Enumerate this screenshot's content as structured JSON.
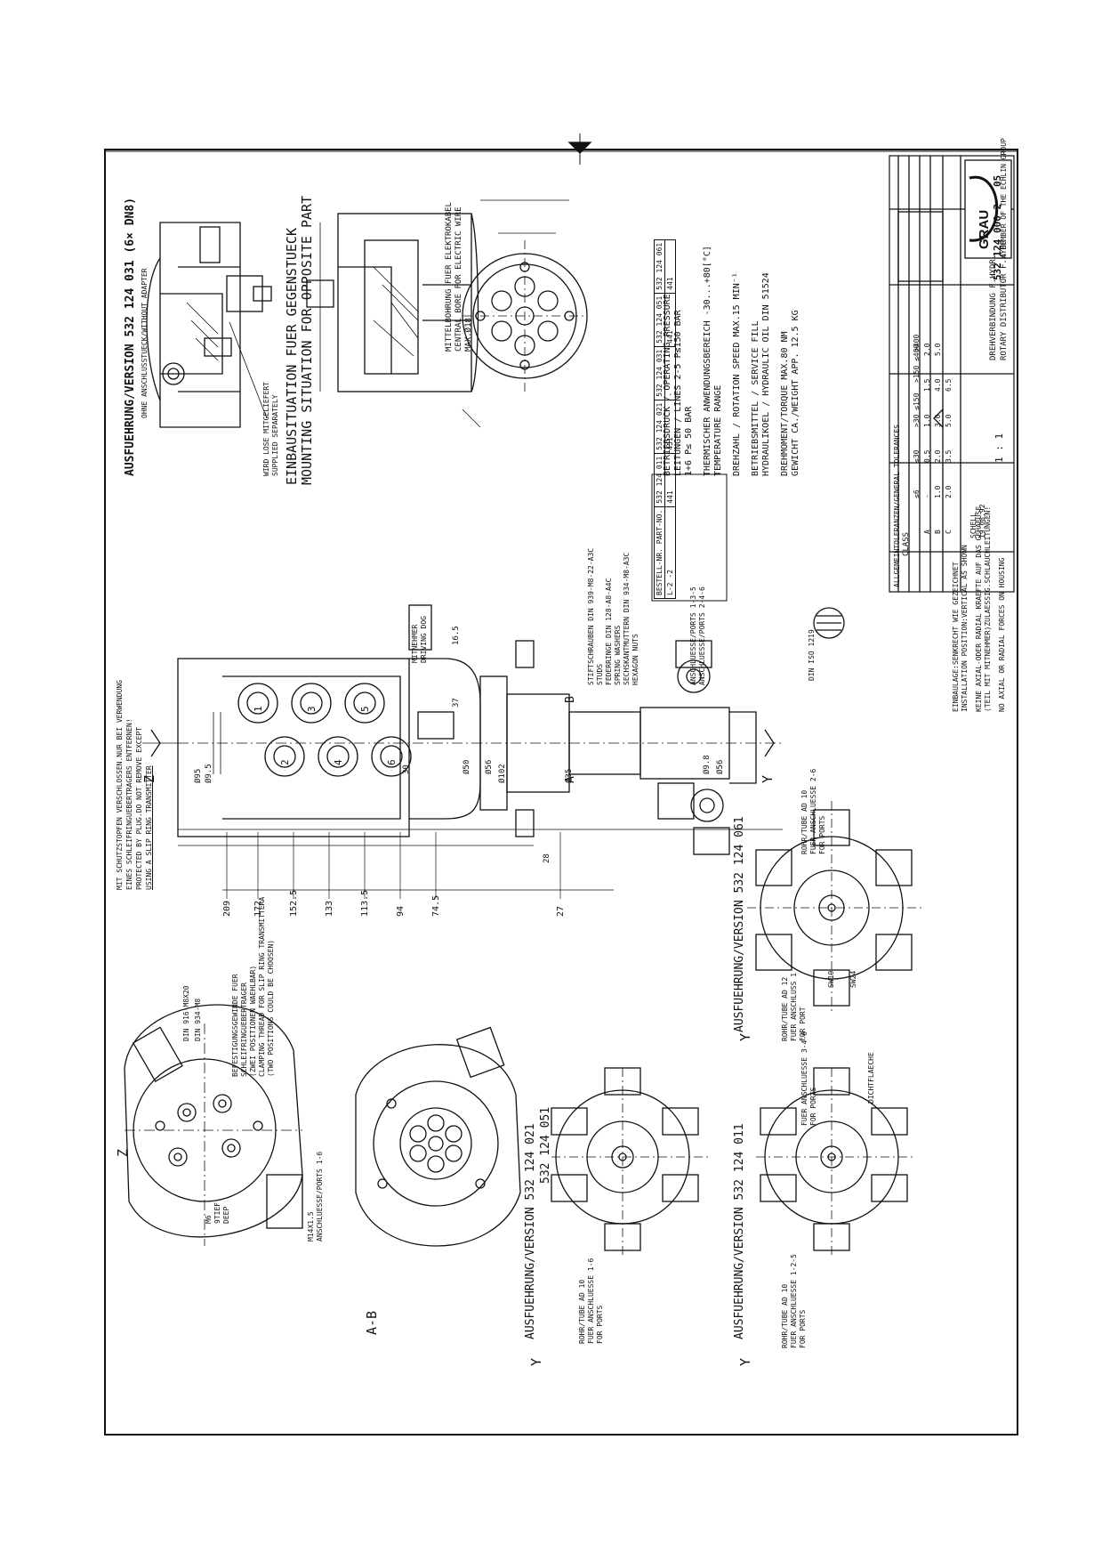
{
  "version_main": "AUSFUEHRUNG/VERSION 532 124 031 (6× DN8)",
  "version_main_sub": "OHNE ANSCHLUSSTUECK/WITHOUT ADAPTER",
  "supplied_loose": [
    "WIRD LOSE MITGELIEFERT",
    "SUPPLIED SEPARATELY"
  ],
  "mounting_title": [
    "EINBAUSITUATION FUER GEGENSTUECK",
    "MOUNTING SITUATION FOR OPPOSITE PART"
  ],
  "central_bore": [
    "MITTELBOHRUNG FUER ELEKTROKABEL",
    "CENTRAL BORE FOR ELECTRIC WIRE",
    "MAX.Ø18"
  ],
  "operating": [
    "BETRIEBSDRUCK / OPERATING PRESSURE",
    "LEITUNGEN / LINES   2-5  P≤150 BAR",
    "                    1+6  P≤ 50 BAR",
    "",
    "THERMISCHER ANWENDUNGSBEREICH  -30...+80[°C]",
    "TEMPERATURE RANGE",
    "",
    "DREHZAHL / ROTATION SPEED     MAX.15 MIN⁻¹",
    "",
    "BETRIEBSMITTEL / SERVICE FILL",
    "HYDRAULIKOEL / HYDRAULIC OIL      DIN 51524",
    "",
    "DREHMOMENT/TORQUE MAX.80 NM",
    "GEWICHT CA./WEIGHT APP. 12.5 KG"
  ],
  "parts_table": {
    "headers": [
      "BESTELL-NR. PART-NO.",
      "L-2 -2"
    ],
    "rows": [
      [
        "532 124 011",
        "441"
      ],
      [
        "532 124 021",
        "451"
      ],
      [
        "532 124 031",
        "-"
      ],
      [
        "532 124 051",
        "441"
      ],
      [
        "532 124 061",
        "441"
      ]
    ]
  },
  "tolerances_title": "ALLGEMEINTOLERANZEN/GENERAL TOLERANCES",
  "tolerances": {
    "class_label": "CLASS",
    "cols": [
      "≤6",
      "≤30",
      ">30 ≤150",
      ">150 ≤400",
      ">400"
    ],
    "rows": [
      [
        "A",
        "-",
        "0.5",
        "1.0",
        "1.5",
        "2.0"
      ],
      [
        "B",
        "1.0",
        "2.0",
        "3.0",
        "4.0",
        "5.0"
      ],
      [
        "C",
        "2.0",
        "3.5",
        "5.0",
        "6.5",
        ""
      ]
    ]
  },
  "title_block": {
    "logo": "GRAU",
    "group": "A MEMBER OF THE ECHLIN GROUP",
    "desc_de": "DREHVERBINDUNG F.HYDR.",
    "desc_en": "ROTARY DISTRIBUTOR F.HYDR.",
    "drawing_no": "532 124 000 2",
    "sheet": "05",
    "scale": "1 : 1",
    "date": "19.08.92",
    "drawn_by": "SCHELL"
  },
  "top_notes": [
    "MIT SCHUTZSTOPFEN VERSCHLOSSEN.NUR BEI VERWENDUNG",
    "EINES SCHLEIFRINGUEBERTRAGERS ENTFERNEN!",
    "PROTECTED BY PLUG.DO NOT REMOVE EXCEPT",
    "USING A SLIP RING TRANSMITTER"
  ],
  "din_916": "DIN 916-M8X20",
  "din_934": "DIN 934-M8",
  "slipring_notes": [
    "BEFESTIGUNGSGEWINDE FUER",
    "SCHLEIFRINGUEBERTRAGER",
    "(ZWEI POSITIONEN WAEHLBAR)",
    "CLAMPING THREAD FOR SLIP RING TRANSMITTERA",
    "(TWO POSITIONS COULD BE CHOOSEN)"
  ],
  "ports_1_6": [
    "M14X1.5",
    "ANSCHLUESSE/PORTS 1-6"
  ],
  "m6_deep": [
    "M6",
    "9TIEF",
    "DEEP"
  ],
  "driving_dog": [
    "MITNEHMER",
    "DRIVING DOG"
  ],
  "studs": [
    "STIFTSCHRAUBEN DIN 939-M8-22-A3C",
    "STUDS",
    "FEDERRINGE DIN 128-A8-A4C",
    "SPRING WASHERS",
    "SECHSKANTMUTTERN DIN 934-M8-A3C",
    "HEXAGON NUTS"
  ],
  "ports_136": [
    "ANSCHLUESSE/PORTS 1-3-5",
    "ANSCHLUESSE/PORTS 2-4-6"
  ],
  "din_iso": "DIN ISO 1219",
  "installation": [
    "EINBAULAGE:SENKRECHT WIE GEZEICHNET",
    "INSTALLATION POSITION:VERTICAL AS SHOWN",
    "",
    "KEINE AXIAL-ODER RADIAL KRAEFTE AUF DAS GEHAEUSE",
    "(TEIL MIT MITNEHMER)ZULAESSIG.SCHLAUCHLEITUNGEN!",
    "",
    "NO AXIAL OR RADIAL FORCES ON HOUSING"
  ],
  "dims_vertical": [
    "209",
    "172",
    "152.5",
    "133",
    "113.5",
    "94",
    "74.5",
    "27"
  ],
  "dim_labels": [
    "Ø95",
    "Ø9.5",
    "Ø102",
    "Ø35",
    "Ø56",
    "Ø50",
    "Ø9.8",
    "30",
    "28",
    "16.5",
    "37",
    "Ø56"
  ],
  "section_ab": "A-B",
  "section_z": "Z",
  "section_y": "Y",
  "view_a": "A",
  "view_b": "B",
  "version_021_051": [
    "AUSFUEHRUNG/VERSION 532 124 021",
    "532 124 051"
  ],
  "version_061": "AUSFUEHRUNG/VERSION 532 124 061",
  "version_011": "AUSFUEHRUNG/VERSION 532 124 011",
  "tube_1_6": [
    "ROHR/TUBE AD 10",
    "FUER ANSCHLUESSE 1-6",
    "FOR PORTS"
  ],
  "tube_2_6": [
    "ROHR/TUBE AD 10",
    "FUER ANSCHLUESSE 2-6",
    "FOR PORTS"
  ],
  "tube_12": [
    "ROHR/TUBE AD 12",
    "FUER ANSCHLUSS 1",
    "FOR PORT"
  ],
  "tube_125": [
    "ROHR/TUBE AD 10",
    "FUER ANSCHLUESSE 1-2-5",
    "FOR PORTS"
  ],
  "ports_346": [
    "FUER ANSCHLUESSE 3-4-6",
    "FOR PORTS"
  ],
  "dichtflaeche": "DICHTFLAECHE",
  "sw": [
    "SW19",
    "SW24"
  ],
  "port_numbers": [
    "1",
    "2",
    "3",
    "4",
    "5",
    "6"
  ]
}
